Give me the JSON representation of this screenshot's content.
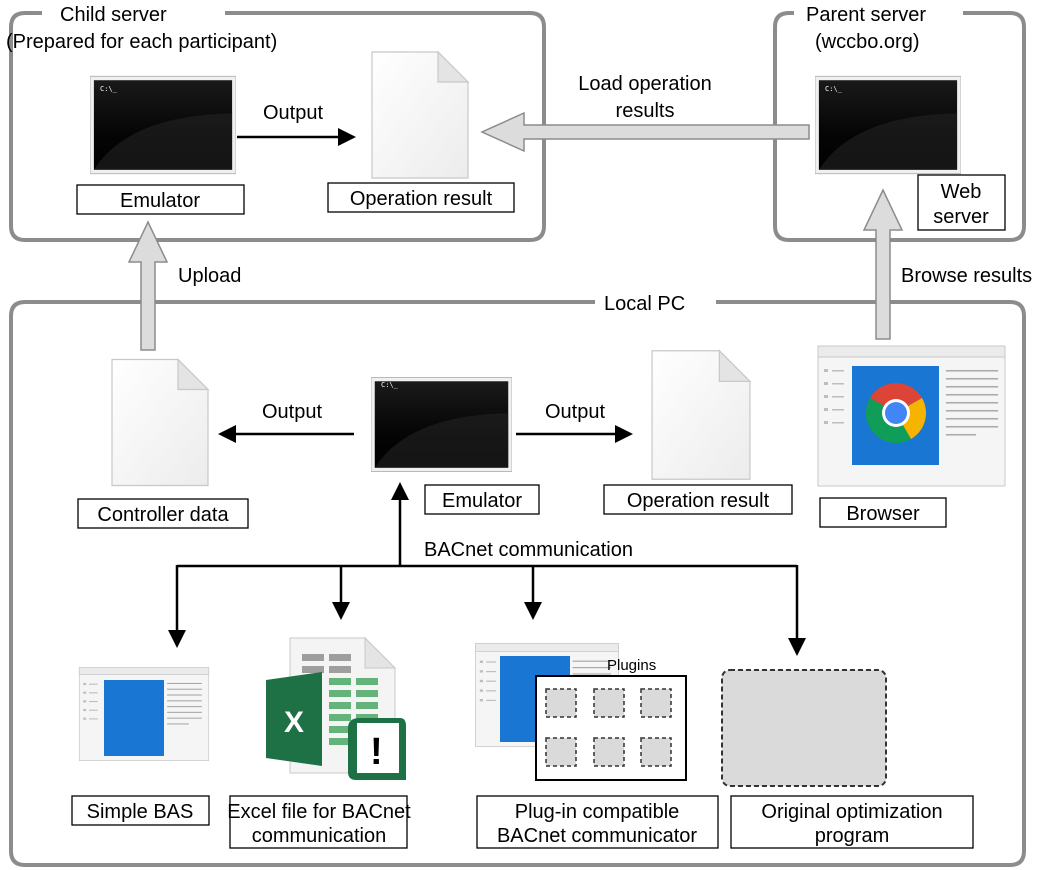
{
  "groups": {
    "child_server": {
      "title": "Child server",
      "subtitle": "(Prepared for each participant)"
    },
    "parent_server": {
      "title": "Parent server",
      "subtitle": "(wccbo.org)"
    },
    "local_pc": {
      "title": "Local PC"
    }
  },
  "nodes": {
    "child_emulator": "Emulator",
    "child_operation_result": "Operation result",
    "web_server_line1": "Web",
    "web_server_line2": "server",
    "controller_data": "Controller data",
    "local_emulator": "Emulator",
    "local_operation_result": "Operation result",
    "browser": "Browser",
    "simple_bas": "Simple BAS",
    "excel_line1": "Excel file for BACnet",
    "excel_line2": "communication",
    "plugin_line1": "Plug-in compatible",
    "plugin_line2": "BACnet communicator",
    "plugins_caption": "Plugins",
    "original_line1": "Original optimization",
    "original_line2": "program"
  },
  "edges": {
    "child_output": "Output",
    "load_line1": "Load operation",
    "load_line2": "results",
    "upload": "Upload",
    "browse_results": "Browse results",
    "local_output_left": "Output",
    "local_output_right": "Output",
    "bacnet_communication": "BACnet communication"
  },
  "terminal_prompt": "C:\\_",
  "excel_letter": "X",
  "alert_symbol": "!",
  "colors": {
    "frame": "#8c8c8c",
    "terminal": "#000000",
    "window_blue": "#1976d2",
    "excel_green": "#1e7145",
    "chrome_red": "#db4437",
    "chrome_yellow": "#f4b400",
    "chrome_green": "#0f9d58",
    "chrome_blue": "#4285f4"
  }
}
